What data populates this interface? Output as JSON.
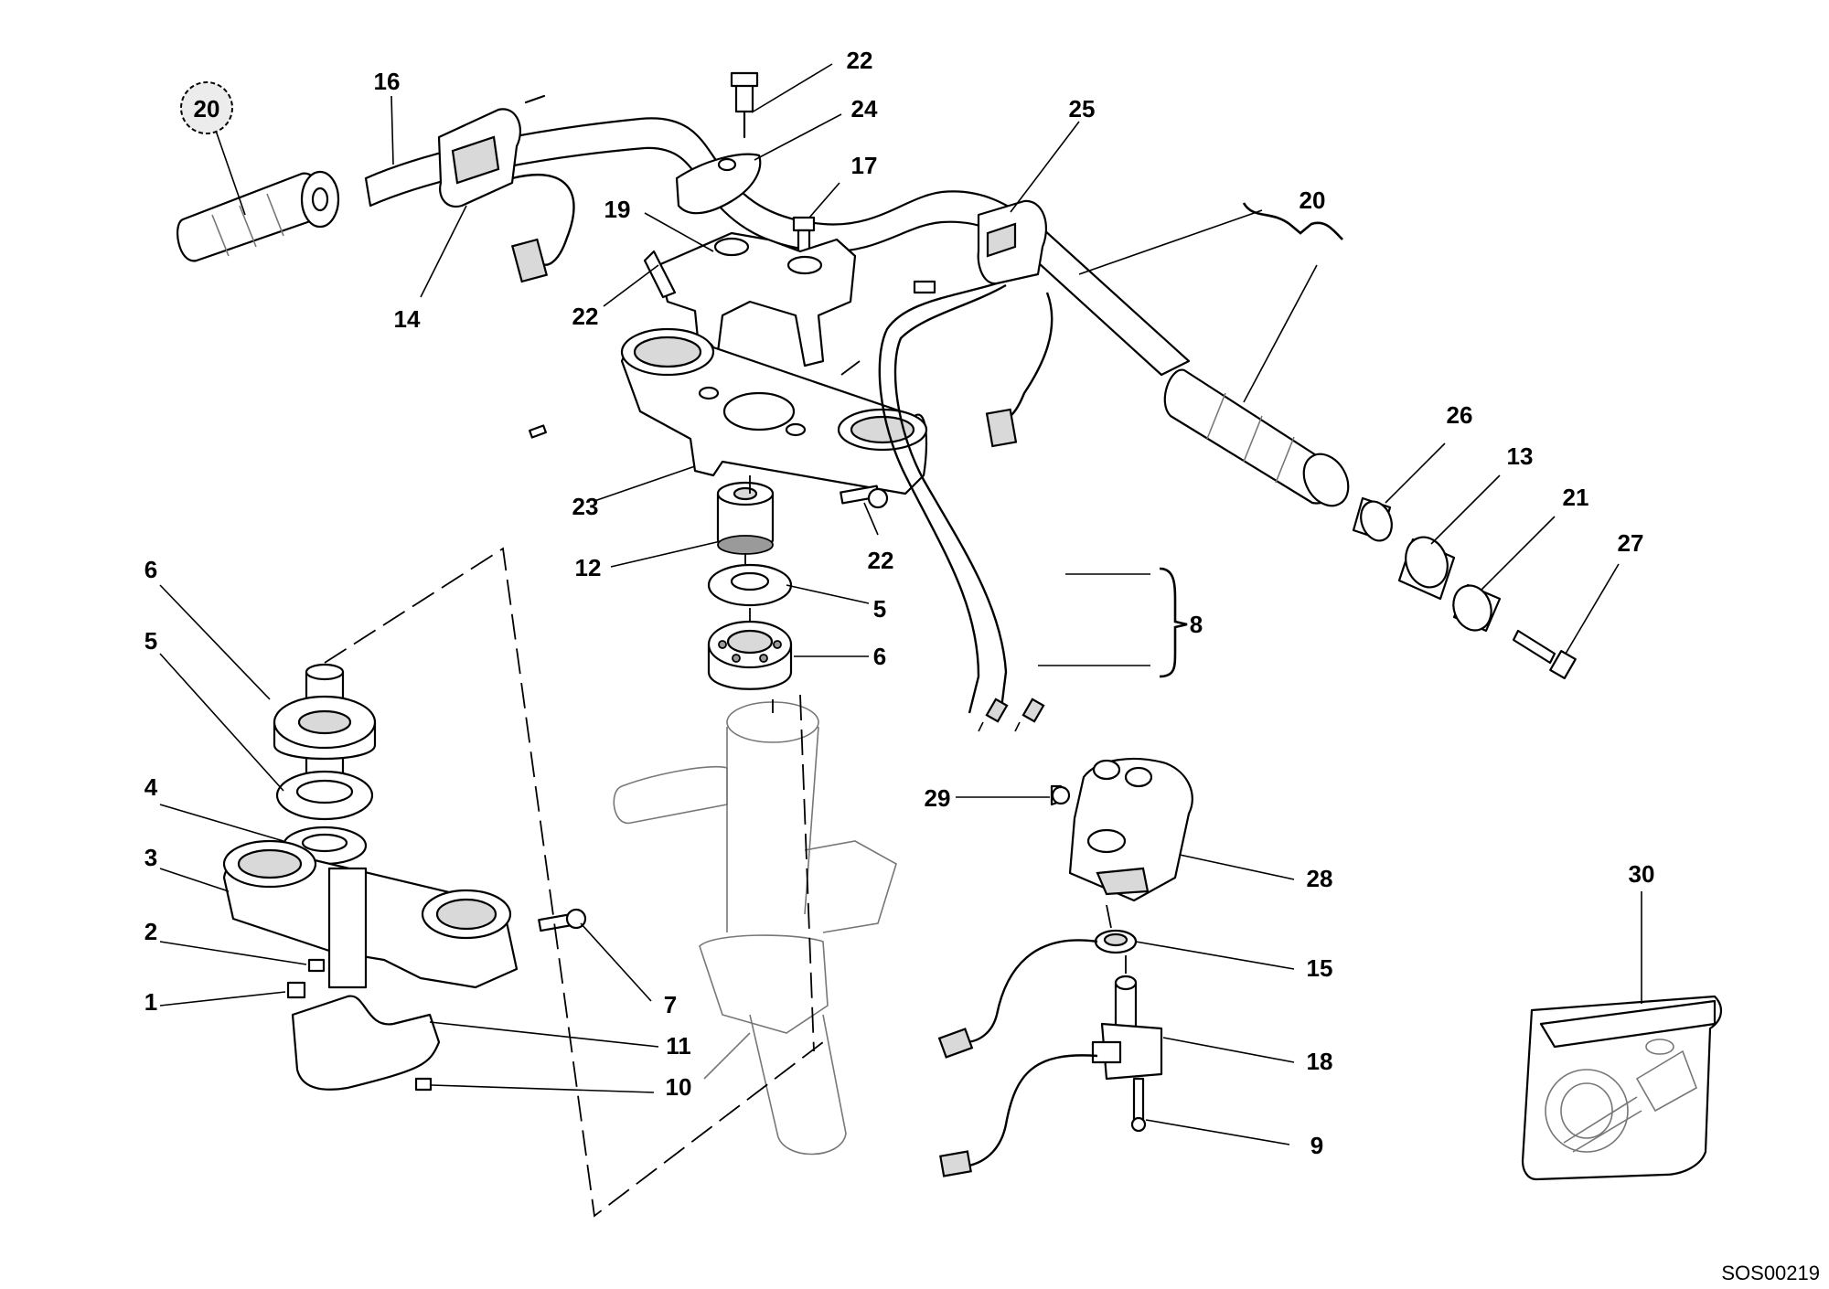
{
  "diagram": {
    "drawing_code": "SOS00219",
    "callouts": [
      {
        "id": "c-20-circled",
        "label": "20"
      },
      {
        "id": "c-16",
        "label": "16"
      },
      {
        "id": "c-14",
        "label": "14"
      },
      {
        "id": "c-22-top",
        "label": "22"
      },
      {
        "id": "c-24",
        "label": "24"
      },
      {
        "id": "c-17",
        "label": "17"
      },
      {
        "id": "c-19",
        "label": "19"
      },
      {
        "id": "c-22-left",
        "label": "22"
      },
      {
        "id": "c-25",
        "label": "25"
      },
      {
        "id": "c-20-grip",
        "label": "20"
      },
      {
        "id": "c-23",
        "label": "23"
      },
      {
        "id": "c-22-bolt",
        "label": "22"
      },
      {
        "id": "c-12",
        "label": "12"
      },
      {
        "id": "c-5-mid",
        "label": "5"
      },
      {
        "id": "c-6-mid",
        "label": "6"
      },
      {
        "id": "c-26",
        "label": "26"
      },
      {
        "id": "c-13",
        "label": "13"
      },
      {
        "id": "c-21",
        "label": "21"
      },
      {
        "id": "c-27",
        "label": "27"
      },
      {
        "id": "c-8",
        "label": "8"
      },
      {
        "id": "c-6-left",
        "label": "6"
      },
      {
        "id": "c-5-left",
        "label": "5"
      },
      {
        "id": "c-4",
        "label": "4"
      },
      {
        "id": "c-3",
        "label": "3"
      },
      {
        "id": "c-2",
        "label": "2"
      },
      {
        "id": "c-1",
        "label": "1"
      },
      {
        "id": "c-7",
        "label": "7"
      },
      {
        "id": "c-11",
        "label": "11"
      },
      {
        "id": "c-10",
        "label": "10"
      },
      {
        "id": "c-29",
        "label": "29"
      },
      {
        "id": "c-28",
        "label": "28"
      },
      {
        "id": "c-15",
        "label": "15"
      },
      {
        "id": "c-18",
        "label": "18"
      },
      {
        "id": "c-9",
        "label": "9"
      },
      {
        "id": "c-30",
        "label": "30"
      }
    ]
  }
}
